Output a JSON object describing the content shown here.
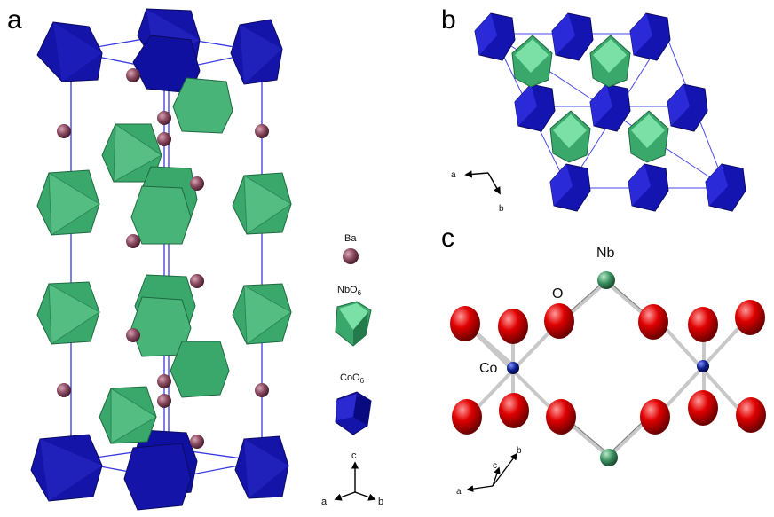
{
  "panels": {
    "a": "a",
    "b": "b",
    "c": "c"
  },
  "legend": {
    "ba": {
      "label": "Ba"
    },
    "nbo6": {
      "label_main": "NbO",
      "label_sub": "6"
    },
    "coo6": {
      "label_main": "CoO",
      "label_sub": "6"
    }
  },
  "panel_c_labels": {
    "nb": "Nb",
    "o": "O",
    "co": "Co"
  },
  "axes": {
    "a_panel": {
      "c": "c",
      "a": "a",
      "b": "b"
    },
    "b_panel": {
      "a": "a",
      "b": "b"
    },
    "c_panel": {
      "c": "c",
      "b": "b",
      "a": "a"
    }
  },
  "colors": {
    "co_octahedron": "#1010a0",
    "co_octahedron_light": "#2a2ad0",
    "nb_octahedron": "#3aa86a",
    "nb_octahedron_light": "#6fd39a",
    "ba_atom": "#8a4a60",
    "o_atom": "#cc0000",
    "nb_atom": "#3a9060",
    "co_atom": "#101870",
    "cell_line": "#3a3ae0"
  }
}
